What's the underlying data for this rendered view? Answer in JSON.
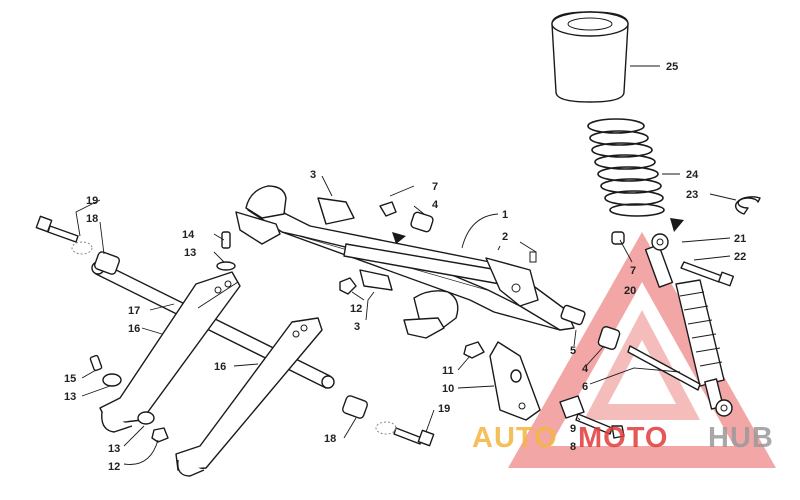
{
  "colors": {
    "line": "#1a1a1a",
    "label": "#222222",
    "watermark_red": "#e23a3a",
    "watermark_orange": "#f4b63f",
    "watermark_gray": "#9a9a9a"
  },
  "labels": {
    "l1": "1",
    "l2": "2",
    "l3a": "3",
    "l3b": "3",
    "l4a": "4",
    "l4b": "4",
    "l5": "5",
    "l6": "6",
    "l7a": "7",
    "l7b": "7",
    "l8": "8",
    "l9": "9",
    "l10": "10",
    "l11": "11",
    "l12a": "12",
    "l12b": "12",
    "l13a": "13",
    "l13b": "13",
    "l13c": "13",
    "l14": "14",
    "l15": "15",
    "l16a": "16",
    "l16b": "16",
    "l17": "17",
    "l18a": "18",
    "l18b": "18",
    "l19a": "19",
    "l19b": "19",
    "l20": "20",
    "l21": "21",
    "l22": "22",
    "l23": "23",
    "l24": "24",
    "l25": "25"
  },
  "watermark": {
    "part1": "AUTO",
    "part2": "MOTO",
    "part3": "HUB"
  }
}
